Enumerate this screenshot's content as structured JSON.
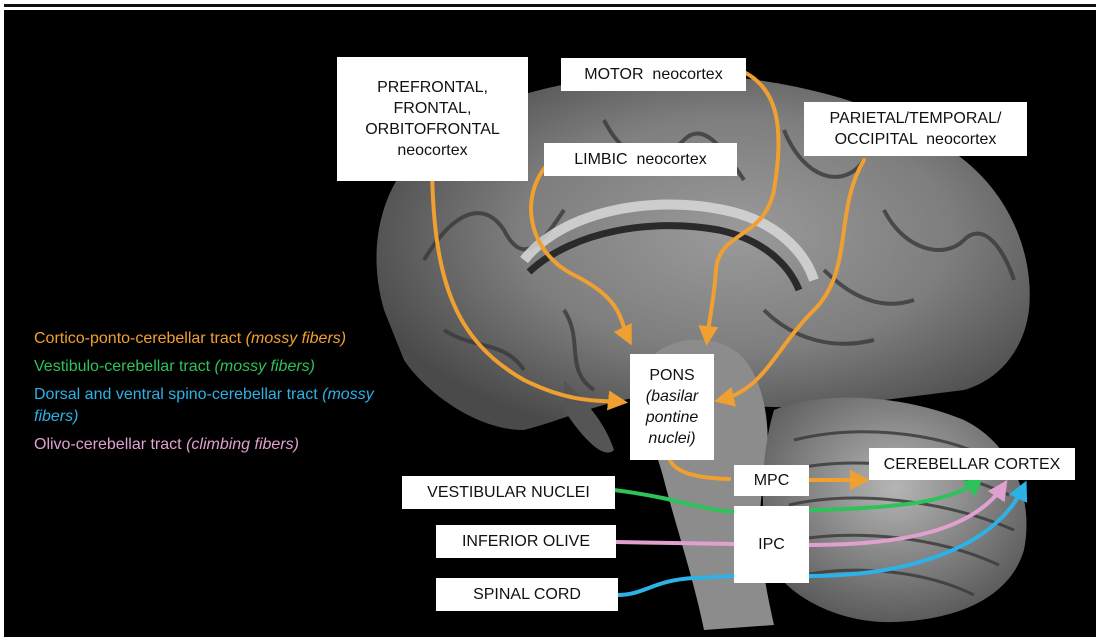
{
  "colors": {
    "cortico_ponto": "#f0a030",
    "vestibulo": "#2ec25a",
    "spino": "#2cb2e6",
    "olivo": "#e0a0d0",
    "background": "#000000"
  },
  "boxes": {
    "prefrontal": [
      "PREFRONTAL,",
      "FRONTAL,",
      "ORBITOFRONTAL",
      "neocortex"
    ],
    "motor": "MOTOR  neocortex",
    "limbic": "LIMBIC  neocortex",
    "parietal": [
      "PARIETAL/TEMPORAL/",
      "OCCIPITAL  neocortex"
    ],
    "pons_title": "PONS",
    "pons_sub": [
      "(basilar",
      "pontine",
      "nuclei)"
    ],
    "mpc": "MPC",
    "ipc": "IPC",
    "cerebellar_cortex": "CEREBELLAR CORTEX",
    "vestibular_nuclei": "VESTIBULAR NUCLEI",
    "inferior_olive": "INFERIOR OLIVE",
    "spinal_cord": "SPINAL CORD"
  },
  "legend": {
    "cortico_ponto": {
      "name": "Cortico-ponto-cerebellar tract",
      "fiber": "(mossy fibers)"
    },
    "vestibulo": {
      "name": "Vestibulo-cerebellar tract",
      "fiber": "(mossy fibers)"
    },
    "spino": {
      "name": "Dorsal and ventral spino-cerebellar tract",
      "fiber": "(mossy fibers)"
    },
    "olivo": {
      "name": "Olivo-cerebellar tract",
      "fiber": "(climbing fibers)"
    }
  }
}
